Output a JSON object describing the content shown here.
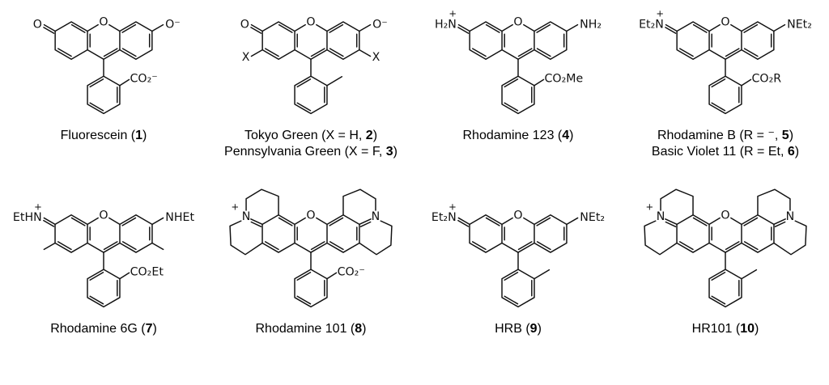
{
  "figure": {
    "background": "#ffffff",
    "ink": "#111111",
    "structures": [
      {
        "id": "fluorescein",
        "atoms": {
          "bridge": "O",
          "left": "O",
          "right": "O⁻",
          "acyl": "CO₂⁻"
        },
        "caption": [
          {
            "pre": "Fluorescein (",
            "num": "1",
            "post": ")"
          }
        ]
      },
      {
        "id": "tokyo-green",
        "atoms": {
          "bridge": "O",
          "left": "O",
          "right": "O⁻",
          "x_left": "X",
          "x_right": "X"
        },
        "caption": [
          {
            "pre": "Tokyo Green (X = H, ",
            "num": "2",
            "post": ")"
          },
          {
            "pre": "Pennsylvania Green (X = F, ",
            "num": "3",
            "post": ")"
          }
        ]
      },
      {
        "id": "rhodamine-123",
        "atoms": {
          "bridge": "O",
          "left": "H₂N",
          "left_charge": "+",
          "right": "NH₂",
          "acyl": "CO₂Me"
        },
        "caption": [
          {
            "pre": "Rhodamine 123 (",
            "num": "4",
            "post": ")"
          }
        ]
      },
      {
        "id": "rhodamine-b",
        "atoms": {
          "bridge": "O",
          "left": "Et₂N",
          "left_charge": "+",
          "right": "NEt₂",
          "acyl": "CO₂R"
        },
        "caption": [
          {
            "pre": "Rhodamine B (R = ⁻, ",
            "num": "5",
            "post": ")"
          },
          {
            "pre": "Basic Violet 11 (R = Et, ",
            "num": "6",
            "post": ")"
          }
        ]
      },
      {
        "id": "rhodamine-6g",
        "atoms": {
          "bridge": "O",
          "left": "EtHN",
          "left_charge": "+",
          "right": "NHEt",
          "acyl": "CO₂Et"
        },
        "caption": [
          {
            "pre": "Rhodamine 6G (",
            "num": "7",
            "post": ")"
          }
        ]
      },
      {
        "id": "rhodamine-101",
        "atoms": {
          "bridge": "O",
          "left": "N",
          "left_charge": "+",
          "right": "N",
          "acyl": "CO₂⁻"
        },
        "caption": [
          {
            "pre": "Rhodamine 101 (",
            "num": "8",
            "post": ")"
          }
        ]
      },
      {
        "id": "hrb",
        "atoms": {
          "bridge": "O",
          "left": "Et₂N",
          "left_charge": "+",
          "right": "NEt₂"
        },
        "caption": [
          {
            "pre": "HRB (",
            "num": "9",
            "post": ")"
          }
        ]
      },
      {
        "id": "hr101",
        "atoms": {
          "bridge": "O",
          "left": "N",
          "left_charge": "+",
          "right": "N"
        },
        "caption": [
          {
            "pre": "HR101 (",
            "num": "10",
            "post": ")"
          }
        ]
      }
    ]
  }
}
